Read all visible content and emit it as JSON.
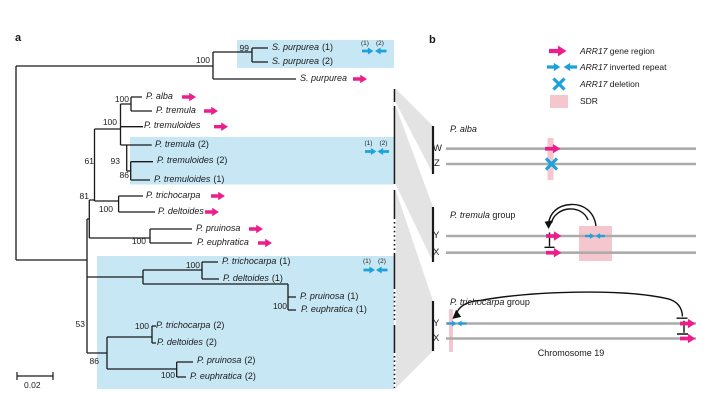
{
  "colors": {
    "pink_arrow": "#EC1E8C",
    "blue_arrow": "#1BA2DC",
    "highlight_box_blue": "#C7E7F5",
    "sdr_pink": "#F6C6CE",
    "chromosome_grey": "#ABABAB",
    "wedge_grey": "#E3E3E3",
    "line_black": "#1a1a1a"
  },
  "panel_a": {
    "label": "a",
    "scale_bar_value": "0.02",
    "ir_tag_1": "(1)",
    "ir_tag_2": "(2)",
    "tips": [
      {
        "name": "S. purpurea",
        "suffix": "(1)"
      },
      {
        "name": "S. purpurea",
        "suffix": "(2)"
      },
      {
        "name": "S. purpurea",
        "suffix": ""
      },
      {
        "name": "P. alba",
        "suffix": ""
      },
      {
        "name": "P. tremula",
        "suffix": ""
      },
      {
        "name": "P. tremuloides",
        "suffix": ""
      },
      {
        "name": "P. tremula",
        "suffix": "(2)"
      },
      {
        "name": "P. tremuloides",
        "suffix": "(2)"
      },
      {
        "name": "P. tremuloides",
        "suffix": "(1)"
      },
      {
        "name": "P. trichocarpa",
        "suffix": ""
      },
      {
        "name": "P. deltoides",
        "suffix": ""
      },
      {
        "name": "P. pruinosa",
        "suffix": ""
      },
      {
        "name": "P. euphratica",
        "suffix": ""
      },
      {
        "name": "P. trichocarpa",
        "suffix": "(1)"
      },
      {
        "name": "P. deltoides",
        "suffix": "(1)"
      },
      {
        "name": "P. pruinosa",
        "suffix": "(1)"
      },
      {
        "name": "P. euphratica",
        "suffix": "(1)"
      },
      {
        "name": "P. trichocarpa",
        "suffix": "(2)"
      },
      {
        "name": "P. deltoides",
        "suffix": "(2)"
      },
      {
        "name": "P. pruinosa",
        "suffix": "(2)"
      },
      {
        "name": "P. euphratica",
        "suffix": "(2)"
      }
    ],
    "bootstraps": [
      "100",
      "99",
      "100",
      "100",
      "61",
      "93",
      "86",
      "81",
      "100",
      "100",
      "100",
      "100",
      "53",
      "100",
      "86",
      "100"
    ]
  },
  "panel_b": {
    "label": "b",
    "legend": [
      {
        "icon": "pink-arrow-right",
        "label_italic": "ARR17",
        "label_rest": " gene region"
      },
      {
        "icon": "blue-inverted-arrows",
        "label_italic": "ARR17",
        "label_rest": " inverted repeat"
      },
      {
        "icon": "blue-x-mark",
        "label_italic": "ARR17",
        "label_rest": " deletion"
      },
      {
        "icon": "pink-square",
        "label_italic": "",
        "label_rest": "SDR"
      }
    ],
    "diagrams": [
      {
        "title_italic": "P. alba",
        "title_rest": "",
        "chrom_top": "W",
        "chrom_bottom": "Z"
      },
      {
        "title_italic": "P. tremula",
        "title_rest": " group",
        "chrom_top": "Y",
        "chrom_bottom": "X"
      },
      {
        "title_italic": "P. trichocarpa",
        "title_rest": " group",
        "chrom_top": "Y",
        "chrom_bottom": "X",
        "caption": "Chromosome 19"
      }
    ]
  },
  "chart_data": {
    "type": "tree",
    "scale": 0.02,
    "newick": "(((S_purpurea_1,S_purpurea_2)99,S_purpurea)100,((((P_alba,P_tremula)100,(P_tremuloides,(P_tremula_2,(P_tremuloides_2,P_tremuloides_1)86)93)100)61,((P_trichocarpa,P_deltoides)100,(P_pruinosa,P_euphratica)100)81),(((P_trichocarpa_1,P_deltoides_1)100,(P_pruinosa_1,P_euphratica_1)100),((P_trichocarpa_2,P_deltoides_2)100,(P_pruinosa_2,P_euphratica_2)100)86)53);",
    "highlighted_inverted_repeat_clades": [
      [
        "S. purpurea (1)",
        "S. purpurea (2)"
      ],
      [
        "P. tremula (2)",
        "P. tremuloides (2)",
        "P. tremuloides (1)"
      ],
      [
        "P. trichocarpa (1)",
        "P. deltoides (1)",
        "P. pruinosa (1)",
        "P. euphratica (1)",
        "P. trichocarpa (2)",
        "P. deltoides (2)",
        "P. pruinosa (2)",
        "P. euphratica (2)"
      ]
    ]
  }
}
